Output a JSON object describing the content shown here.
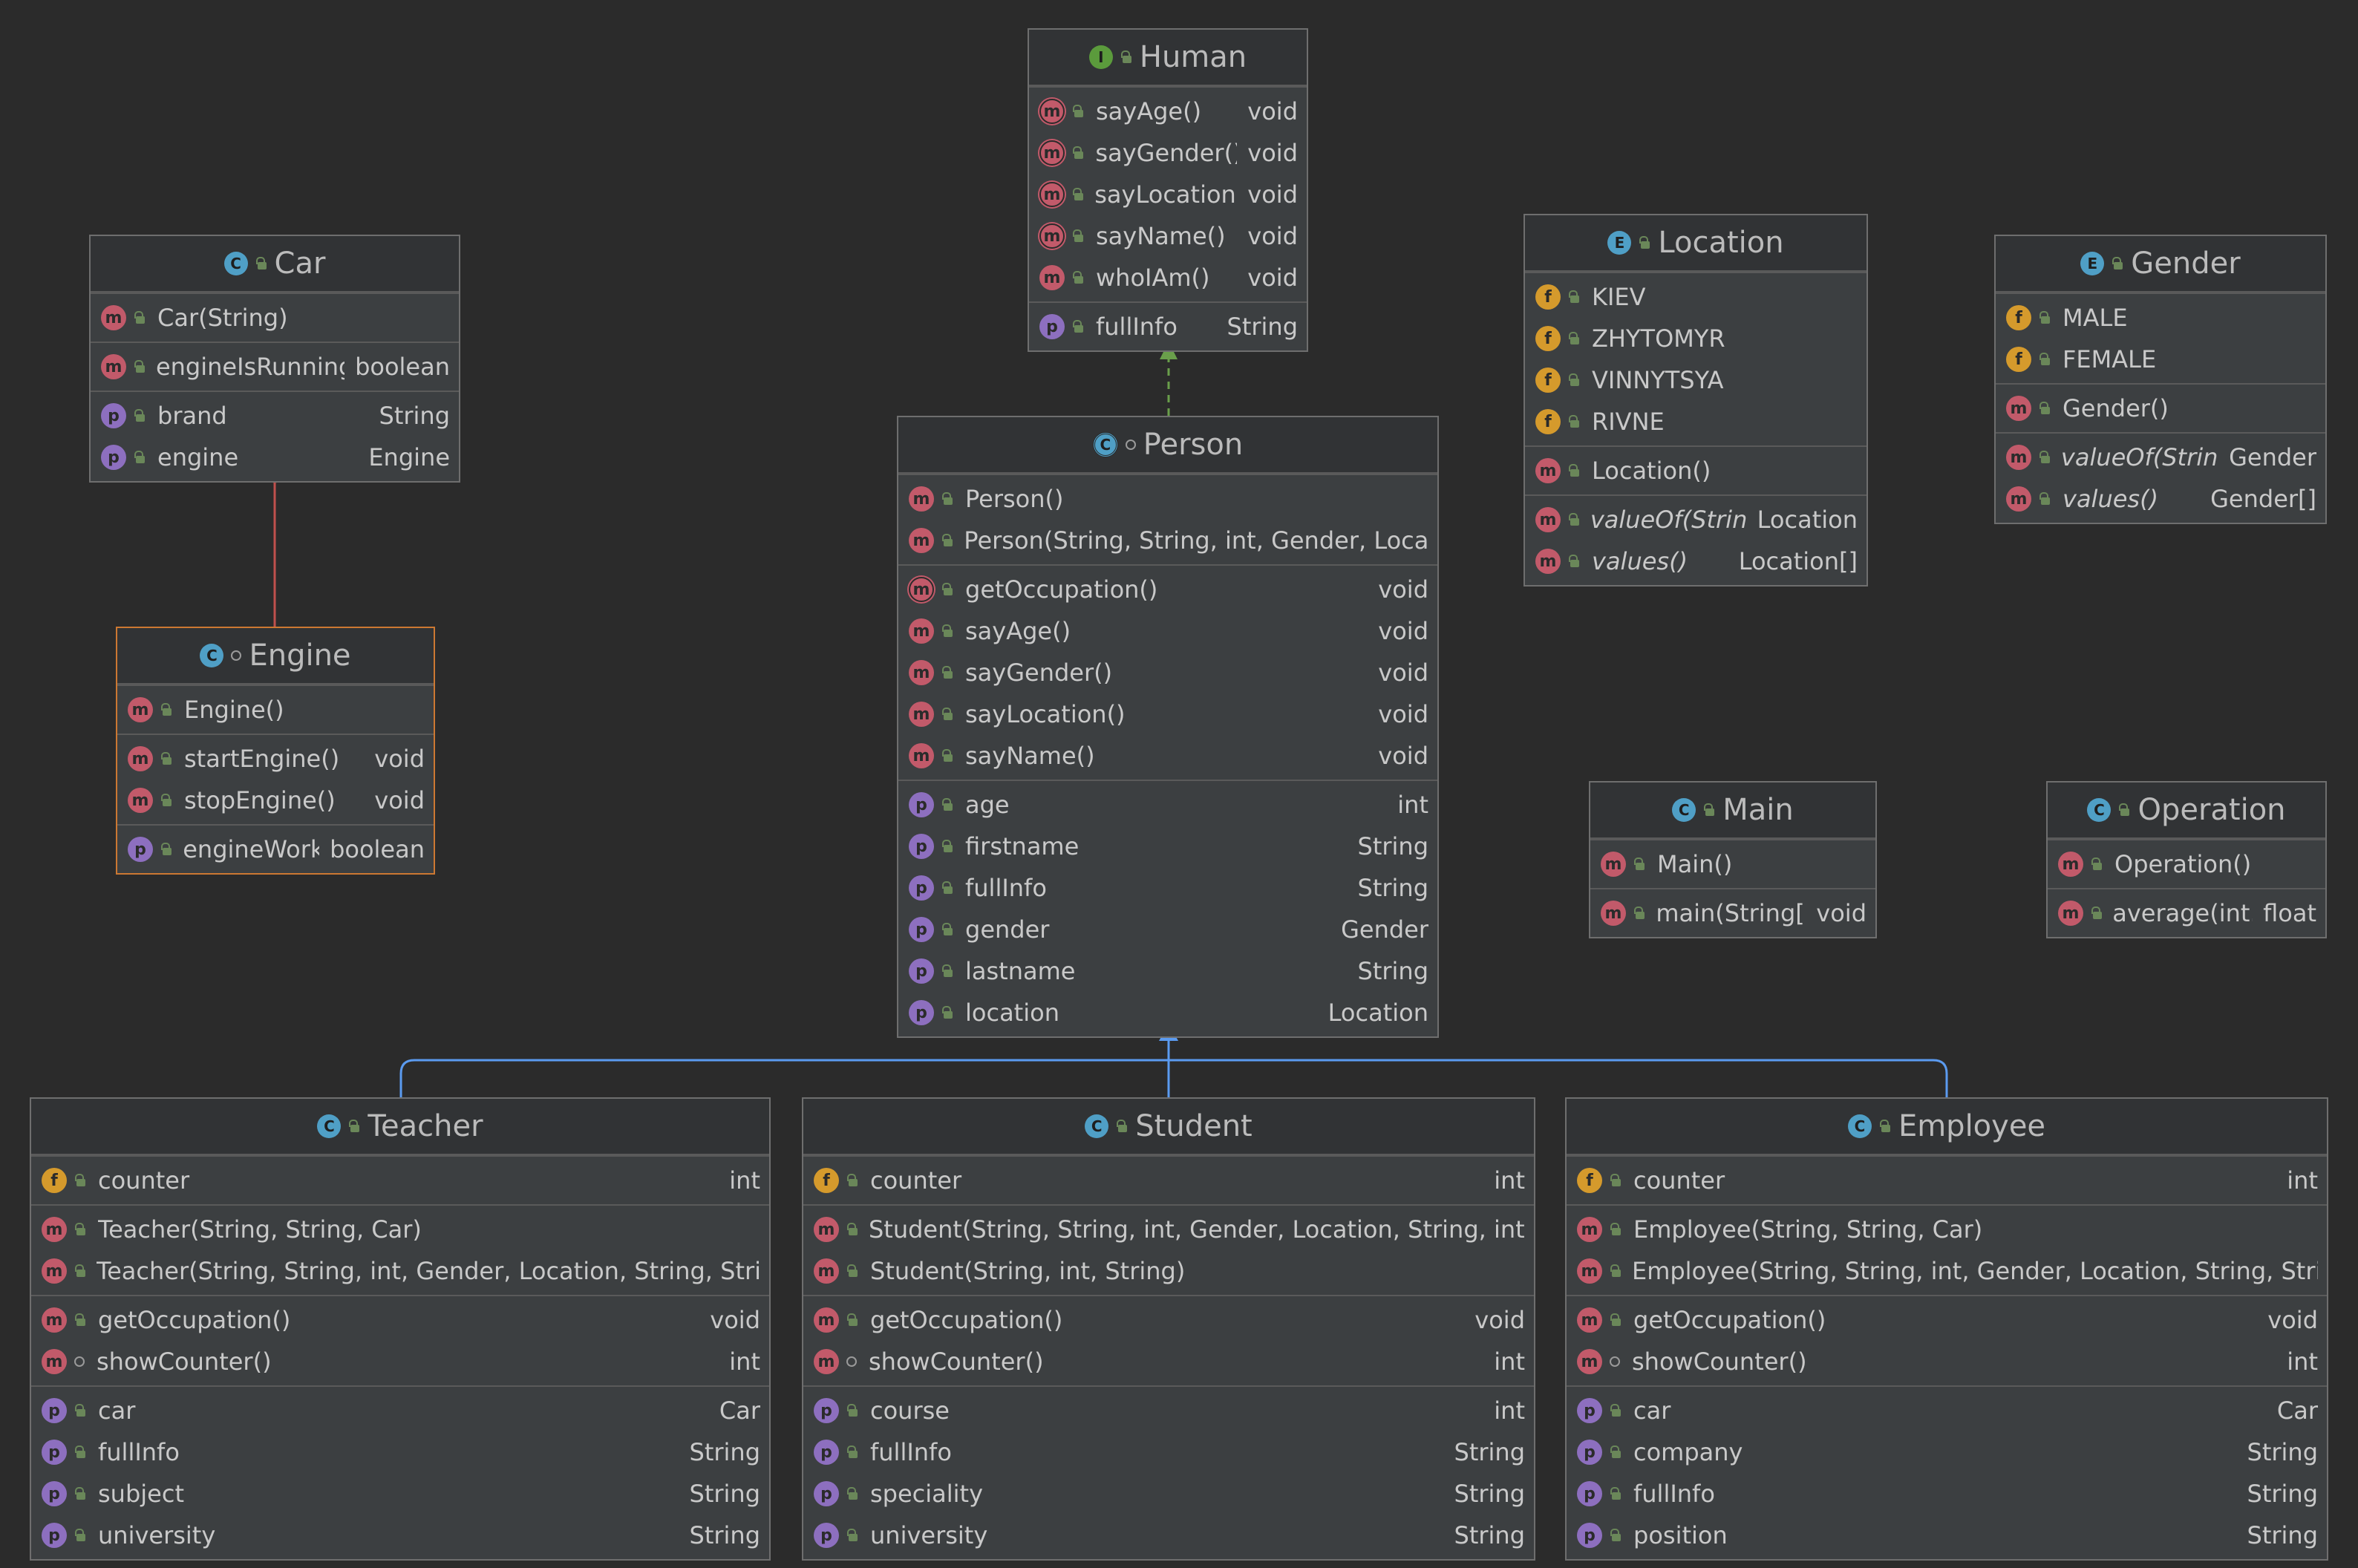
{
  "classes": {
    "human": {
      "name": "Human",
      "kind": "I",
      "sections": [
        [
          {
            "icon": "abs",
            "vis": "pub",
            "name": "sayAge()",
            "type": "void"
          },
          {
            "icon": "abs",
            "vis": "pub",
            "name": "sayGender()",
            "type": "void"
          },
          {
            "icon": "abs",
            "vis": "pub",
            "name": "sayLocation()",
            "type": "void"
          },
          {
            "icon": "abs",
            "vis": "pub",
            "name": "sayName()",
            "type": "void"
          },
          {
            "icon": "m",
            "vis": "pub",
            "name": "whoIAm()",
            "type": "void"
          }
        ],
        [
          {
            "icon": "p",
            "vis": "pub",
            "name": "fullInfo",
            "type": "String"
          }
        ]
      ]
    },
    "car": {
      "name": "Car",
      "kind": "C",
      "sections": [
        [
          {
            "icon": "m",
            "vis": "pub",
            "name": "Car(String)",
            "type": ""
          }
        ],
        [
          {
            "icon": "m",
            "vis": "pub",
            "name": "engineIsRunning()",
            "type": "boolean"
          }
        ],
        [
          {
            "icon": "p",
            "vis": "pub",
            "name": "brand",
            "type": "String"
          },
          {
            "icon": "p",
            "vis": "pub",
            "name": "engine",
            "type": "Engine"
          }
        ]
      ]
    },
    "engine": {
      "name": "Engine",
      "kind": "C",
      "hvis": "pkg",
      "sections": [
        [
          {
            "icon": "m",
            "vis": "pub",
            "name": "Engine()",
            "type": ""
          }
        ],
        [
          {
            "icon": "m",
            "vis": "pub",
            "name": "startEngine()",
            "type": "void"
          },
          {
            "icon": "m",
            "vis": "pub",
            "name": "stopEngine()",
            "type": "void"
          }
        ],
        [
          {
            "icon": "p",
            "vis": "pub",
            "name": "engineWorks",
            "type": "boolean"
          }
        ]
      ]
    },
    "location": {
      "name": "Location",
      "kind": "E",
      "sections": [
        [
          {
            "icon": "f",
            "vis": "pub",
            "name": "KIEV",
            "type": ""
          },
          {
            "icon": "f",
            "vis": "pub",
            "name": "ZHYTOMYR",
            "type": ""
          },
          {
            "icon": "f",
            "vis": "pub",
            "name": "VINNYTSYA",
            "type": ""
          },
          {
            "icon": "f",
            "vis": "pub",
            "name": "RIVNE",
            "type": ""
          }
        ],
        [
          {
            "icon": "m",
            "vis": "pub",
            "name": "Location()",
            "type": ""
          }
        ],
        [
          {
            "icon": "m",
            "vis": "pub",
            "name": "valueOf(String)",
            "type": "Location",
            "italic": true
          },
          {
            "icon": "m",
            "vis": "pub",
            "name": "values()",
            "type": "Location[]",
            "italic": true
          }
        ]
      ]
    },
    "gender": {
      "name": "Gender",
      "kind": "E",
      "sections": [
        [
          {
            "icon": "f",
            "vis": "pub",
            "name": "MALE",
            "type": ""
          },
          {
            "icon": "f",
            "vis": "pub",
            "name": "FEMALE",
            "type": ""
          }
        ],
        [
          {
            "icon": "m",
            "vis": "pub",
            "name": "Gender()",
            "type": ""
          }
        ],
        [
          {
            "icon": "m",
            "vis": "pub",
            "name": "valueOf(String)",
            "type": "Gender",
            "italic": true
          },
          {
            "icon": "m",
            "vis": "pub",
            "name": "values()",
            "type": "Gender[]",
            "italic": true
          }
        ]
      ]
    },
    "person": {
      "name": "Person",
      "kind": "CA",
      "hvis": "pkg",
      "sections": [
        [
          {
            "icon": "m",
            "vis": "pub",
            "name": "Person()",
            "type": ""
          },
          {
            "icon": "m",
            "vis": "pub",
            "name": "Person(String, String, int, Gender, Location)",
            "type": ""
          }
        ],
        [
          {
            "icon": "abs",
            "vis": "pub",
            "name": "getOccupation()",
            "type": "void"
          },
          {
            "icon": "m",
            "vis": "pub",
            "name": "sayAge()",
            "type": "void"
          },
          {
            "icon": "m",
            "vis": "pub",
            "name": "sayGender()",
            "type": "void"
          },
          {
            "icon": "m",
            "vis": "pub",
            "name": "sayLocation()",
            "type": "void"
          },
          {
            "icon": "m",
            "vis": "pub",
            "name": "sayName()",
            "type": "void"
          }
        ],
        [
          {
            "icon": "p",
            "vis": "pub",
            "name": "age",
            "type": "int"
          },
          {
            "icon": "p",
            "vis": "pub",
            "name": "firstname",
            "type": "String"
          },
          {
            "icon": "p",
            "vis": "pub",
            "name": "fullInfo",
            "type": "String"
          },
          {
            "icon": "p",
            "vis": "pub",
            "name": "gender",
            "type": "Gender"
          },
          {
            "icon": "p",
            "vis": "pub",
            "name": "lastname",
            "type": "String"
          },
          {
            "icon": "p",
            "vis": "pub",
            "name": "location",
            "type": "Location"
          }
        ]
      ]
    },
    "main": {
      "name": "Main",
      "kind": "C",
      "sections": [
        [
          {
            "icon": "m",
            "vis": "pub",
            "name": "Main()",
            "type": ""
          }
        ],
        [
          {
            "icon": "m",
            "vis": "pub",
            "name": "main(String[])",
            "type": "void"
          }
        ]
      ]
    },
    "operation": {
      "name": "Operation",
      "kind": "C",
      "sections": [
        [
          {
            "icon": "m",
            "vis": "pub",
            "name": "Operation()",
            "type": ""
          }
        ],
        [
          {
            "icon": "m",
            "vis": "pub",
            "name": "average(int...)",
            "type": "float"
          }
        ]
      ]
    },
    "teacher": {
      "name": "Teacher",
      "kind": "C",
      "sections": [
        [
          {
            "icon": "f",
            "vis": "pub",
            "name": "counter",
            "type": "int"
          }
        ],
        [
          {
            "icon": "m",
            "vis": "pub",
            "name": "Teacher(String, String, Car)",
            "type": ""
          },
          {
            "icon": "m",
            "vis": "pub",
            "name": "Teacher(String, String, int, Gender, Location, String, String, Car)",
            "type": ""
          }
        ],
        [
          {
            "icon": "m",
            "vis": "pub",
            "name": "getOccupation()",
            "type": "void"
          },
          {
            "icon": "m",
            "vis": "pkg",
            "name": "showCounter()",
            "type": "int"
          }
        ],
        [
          {
            "icon": "p",
            "vis": "pub",
            "name": "car",
            "type": "Car"
          },
          {
            "icon": "p",
            "vis": "pub",
            "name": "fullInfo",
            "type": "String"
          },
          {
            "icon": "p",
            "vis": "pub",
            "name": "subject",
            "type": "String"
          },
          {
            "icon": "p",
            "vis": "pub",
            "name": "university",
            "type": "String"
          }
        ]
      ]
    },
    "student": {
      "name": "Student",
      "kind": "C",
      "sections": [
        [
          {
            "icon": "f",
            "vis": "pub",
            "name": "counter",
            "type": "int"
          }
        ],
        [
          {
            "icon": "m",
            "vis": "pub",
            "name": "Student(String, String, int, Gender, Location, String, int, String)",
            "type": ""
          },
          {
            "icon": "m",
            "vis": "pub",
            "name": "Student(String, int, String)",
            "type": ""
          }
        ],
        [
          {
            "icon": "m",
            "vis": "pub",
            "name": "getOccupation()",
            "type": "void"
          },
          {
            "icon": "m",
            "vis": "pkg",
            "name": "showCounter()",
            "type": "int"
          }
        ],
        [
          {
            "icon": "p",
            "vis": "pub",
            "name": "course",
            "type": "int"
          },
          {
            "icon": "p",
            "vis": "pub",
            "name": "fullInfo",
            "type": "String"
          },
          {
            "icon": "p",
            "vis": "pub",
            "name": "speciality",
            "type": "String"
          },
          {
            "icon": "p",
            "vis": "pub",
            "name": "university",
            "type": "String"
          }
        ]
      ]
    },
    "employee": {
      "name": "Employee",
      "kind": "C",
      "sections": [
        [
          {
            "icon": "f",
            "vis": "pub",
            "name": "counter",
            "type": "int"
          }
        ],
        [
          {
            "icon": "m",
            "vis": "pub",
            "name": "Employee(String, String, Car)",
            "type": ""
          },
          {
            "icon": "m",
            "vis": "pub",
            "name": "Employee(String, String, int, Gender, Location, String, String, Car)",
            "type": ""
          }
        ],
        [
          {
            "icon": "m",
            "vis": "pub",
            "name": "getOccupation()",
            "type": "void"
          },
          {
            "icon": "m",
            "vis": "pkg",
            "name": "showCounter()",
            "type": "int"
          }
        ],
        [
          {
            "icon": "p",
            "vis": "pub",
            "name": "car",
            "type": "Car"
          },
          {
            "icon": "p",
            "vis": "pub",
            "name": "company",
            "type": "String"
          },
          {
            "icon": "p",
            "vis": "pub",
            "name": "fullInfo",
            "type": "String"
          },
          {
            "icon": "p",
            "vis": "pub",
            "name": "position",
            "type": "String"
          }
        ]
      ]
    }
  },
  "icon_letters": {
    "m": "m",
    "p": "p",
    "f": "f",
    "abs": "m",
    "C": "C",
    "I": "I",
    "E": "E",
    "CA": "C"
  },
  "colors": {
    "inherit": "#5b9bf0",
    "implement": "#6a9f4b",
    "inner": "#c0504d",
    "highlight": "#cc7832"
  }
}
